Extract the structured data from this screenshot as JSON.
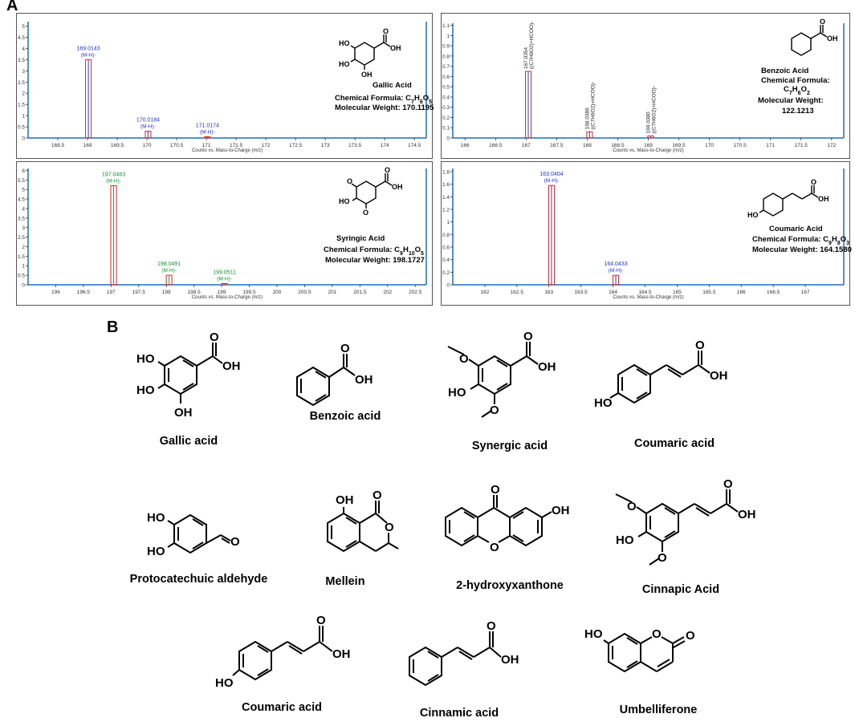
{
  "panels": {
    "a": "A",
    "b": "B"
  },
  "colors": {
    "axis": "#1a6fc4",
    "bar_red": "#e02020",
    "bar_inner_blue": "#2040e0",
    "bar_inner_green": "#20a040",
    "label_blue": "#2030d0",
    "label_green": "#109030",
    "label_black": "#222222"
  },
  "chart_data": [
    {
      "type": "bar",
      "xlabel": "Counts vs. Mass-to-Charge (m/z)",
      "xlim": [
        168,
        174.7
      ],
      "ylim": [
        0,
        5.2
      ],
      "xticks": [
        "168.5",
        "169",
        "169.5",
        "170",
        "170.5",
        "171",
        "171.5",
        "172",
        "172.5",
        "173",
        "173.5",
        "174",
        "174.5"
      ],
      "xtick_values": [
        168.5,
        169,
        169.5,
        170,
        170.5,
        171,
        171.5,
        172,
        172.5,
        173,
        173.5,
        174,
        174.5
      ],
      "yticks": [
        "0",
        "0.5",
        "1",
        "1.5",
        "2",
        "2.5",
        "3",
        "3.5",
        "4",
        "4.5",
        "5"
      ],
      "ytick_values": [
        0,
        0.5,
        1,
        1.5,
        2,
        2.5,
        3,
        3.5,
        4,
        4.5,
        5
      ],
      "inner_color": "blue",
      "peaks": [
        {
          "x": 169.0143,
          "y": 3.5,
          "label": "169.0143",
          "sublabel": "(M-H)-"
        },
        {
          "x": 170.0184,
          "y": 0.3,
          "label": "170.0184",
          "sublabel": "(M-H)-"
        },
        {
          "x": 171.0174,
          "y": 0.05,
          "label": "171.0174",
          "sublabel": "(M-H)-"
        }
      ],
      "compound": "Gallic Acid",
      "formula_prefix": "Chemical Formula:",
      "formula": "C7H6O5",
      "formula_parts": [
        {
          "t": "C"
        },
        {
          "t": "7",
          "sub": true
        },
        {
          "t": "H"
        },
        {
          "t": "6",
          "sub": true
        },
        {
          "t": "O"
        },
        {
          "t": "5",
          "sub": true
        }
      ],
      "weight": "Molecular Weight: 170.1195",
      "structure_labels": [
        "HO",
        "OH",
        "HO",
        "OH",
        "O"
      ]
    },
    {
      "type": "bar",
      "xlabel": "Counts vs. Mass-to-Charge (m/z)",
      "xlim": [
        165.8,
        172.2
      ],
      "ylim": [
        0,
        1.12
      ],
      "xticks": [
        "166",
        "166.5",
        "167",
        "167.5",
        "168",
        "168.5",
        "169",
        "169.5",
        "170",
        "170.5",
        "171",
        "171.5",
        "172"
      ],
      "xtick_values": [
        166,
        166.5,
        167,
        167.5,
        168,
        168.5,
        169,
        169.5,
        170,
        170.5,
        171,
        171.5,
        172
      ],
      "yticks": [
        "0",
        "0.1",
        "0.2",
        "0.3",
        "0.4",
        "0.5",
        "0.6",
        "0.7",
        "0.8",
        "0.9",
        "1",
        "1.1"
      ],
      "ytick_values": [
        0,
        0.1,
        0.2,
        0.3,
        0.4,
        0.5,
        0.6,
        0.7,
        0.8,
        0.9,
        1,
        1.1
      ],
      "inner_color": "blue",
      "peaks": [
        {
          "x": 167.0354,
          "y": 0.65,
          "label": "167.0354",
          "sublabel": "((C7H6O2)+HCOO)-",
          "vertical": true
        },
        {
          "x": 168.0386,
          "y": 0.06,
          "label": "168.0386",
          "sublabel": "((C7H6O2)+HCOO)-",
          "vertical": true
        },
        {
          "x": 169.038,
          "y": 0.02,
          "label": "169.0380",
          "sublabel": "((C7H6O2)+HCOO)-",
          "vertical": true
        }
      ],
      "compound": "Benzoic Acid",
      "formula_prefix": "Chemical Formula:",
      "formula": "C7H6O2",
      "formula_parts": [
        {
          "t": "C"
        },
        {
          "t": "7",
          "sub": true
        },
        {
          "t": "H"
        },
        {
          "t": "6",
          "sub": true
        },
        {
          "t": "O"
        },
        {
          "t": "2",
          "sub": true
        }
      ],
      "weight_prefix": "Molecular Weight:",
      "weight_value": "122.1213",
      "structure_labels": [
        "OH",
        "O"
      ]
    },
    {
      "type": "bar",
      "xlabel": "Counts vs. Mass-to-Charge (m/z)",
      "xlim": [
        195.5,
        202.7
      ],
      "ylim": [
        0,
        6.1
      ],
      "xticks": [
        "196",
        "196.5",
        "197",
        "197.5",
        "198",
        "198.5",
        "199",
        "199.5",
        "200",
        "200.5",
        "201",
        "201.5",
        "202",
        "202.5"
      ],
      "xtick_values": [
        196,
        196.5,
        197,
        197.5,
        198,
        198.5,
        199,
        199.5,
        200,
        200.5,
        201,
        201.5,
        202,
        202.5
      ],
      "yticks": [
        "0",
        "0.5",
        "1",
        "1.5",
        "2",
        "2.5",
        "3",
        "3.5",
        "4",
        "4.5",
        "5",
        "5.5",
        "6"
      ],
      "ytick_values": [
        0,
        0.5,
        1,
        1.5,
        2,
        2.5,
        3,
        3.5,
        4,
        4.5,
        5,
        5.5,
        6
      ],
      "inner_color": "green",
      "peaks": [
        {
          "x": 197.0463,
          "y": 5.2,
          "label": "197.0463",
          "sublabel": "(M-H)-"
        },
        {
          "x": 198.0491,
          "y": 0.5,
          "label": "198.0491",
          "sublabel": "(M-H)-"
        },
        {
          "x": 199.0511,
          "y": 0.06,
          "label": "199.0511",
          "sublabel": "(M-H)-"
        }
      ],
      "compound": "Syringic Acid",
      "formula_prefix": "Chemical Formula:",
      "formula": "C9H10O5",
      "formula_parts": [
        {
          "t": "C"
        },
        {
          "t": "9",
          "sub": true
        },
        {
          "t": "H"
        },
        {
          "t": "10",
          "sub": true
        },
        {
          "t": "O"
        },
        {
          "t": "5",
          "sub": true
        }
      ],
      "weight": "Molecular Weight: 198.1727",
      "structure_labels": [
        "O",
        "HO",
        "O",
        "OH",
        "O"
      ]
    },
    {
      "type": "bar",
      "xlabel": "Counts vs. Mass-to-Charge (m/z)",
      "xlim": [
        161.5,
        167.6
      ],
      "ylim": [
        0,
        1.85
      ],
      "xticks": [
        "162",
        "162.5",
        "163",
        "163.5",
        "164",
        "164.5",
        "165",
        "165.5",
        "166",
        "166.5",
        "167"
      ],
      "xtick_values": [
        162,
        162.5,
        163,
        163.5,
        164,
        164.5,
        165,
        165.5,
        166,
        166.5,
        167
      ],
      "yticks": [
        "0",
        "0.2",
        "0.4",
        "0.6",
        "0.8",
        "1",
        "1.2",
        "1.4",
        "1.6",
        "1.8"
      ],
      "ytick_values": [
        0,
        0.2,
        0.4,
        0.6,
        0.8,
        1,
        1.2,
        1.4,
        1.6,
        1.8
      ],
      "inner_color": "blue",
      "peaks": [
        {
          "x": 163.0404,
          "y": 1.58,
          "label": "163.0404",
          "sublabel": "(M-H)-"
        },
        {
          "x": 164.0433,
          "y": 0.15,
          "label": "164.0433",
          "sublabel": "(M-H)-"
        }
      ],
      "compound": "Coumaric Acid",
      "formula_prefix": "Chemical Formula:",
      "formula": "C9H8O3",
      "formula_parts": [
        {
          "t": "C"
        },
        {
          "t": "9",
          "sub": true
        },
        {
          "t": "H"
        },
        {
          "t": "8",
          "sub": true
        },
        {
          "t": "O"
        },
        {
          "t": "3",
          "sub": true
        }
      ],
      "weight": "Molecular Weight: 164.1580",
      "structure_labels": [
        "HO",
        "OH",
        "O"
      ]
    }
  ],
  "compounds": [
    {
      "name": "Gallic acid",
      "labels": [
        "HO",
        "HO",
        "OH",
        "O",
        "OH"
      ]
    },
    {
      "name": "Benzoic acid",
      "labels": [
        "O",
        "OH"
      ]
    },
    {
      "name": "Synergic acid",
      "labels": [
        "O",
        "HO",
        "O",
        "O",
        "OH"
      ]
    },
    {
      "name": "Coumaric acid",
      "labels": [
        "HO",
        "O",
        "OH"
      ]
    },
    {
      "name": "Protocatechuic aldehyde",
      "labels": [
        "HO",
        "HO",
        "O"
      ]
    },
    {
      "name": "Mellein",
      "labels": [
        "OH",
        "O",
        "O"
      ]
    },
    {
      "name": "2-hydroxyxanthone",
      "labels": [
        "O",
        "O",
        "OH"
      ]
    },
    {
      "name": "Cinnapic Acid",
      "labels": [
        "O",
        "HO",
        "O",
        "O",
        "OH"
      ]
    },
    {
      "name": "Coumaric acid",
      "labels": [
        "HO",
        "O",
        "OH"
      ]
    },
    {
      "name": "Cinnamic acid",
      "labels": [
        "O",
        "OH"
      ]
    },
    {
      "name": "Umbelliferone",
      "labels": [
        "HO",
        "O",
        "O"
      ]
    }
  ]
}
